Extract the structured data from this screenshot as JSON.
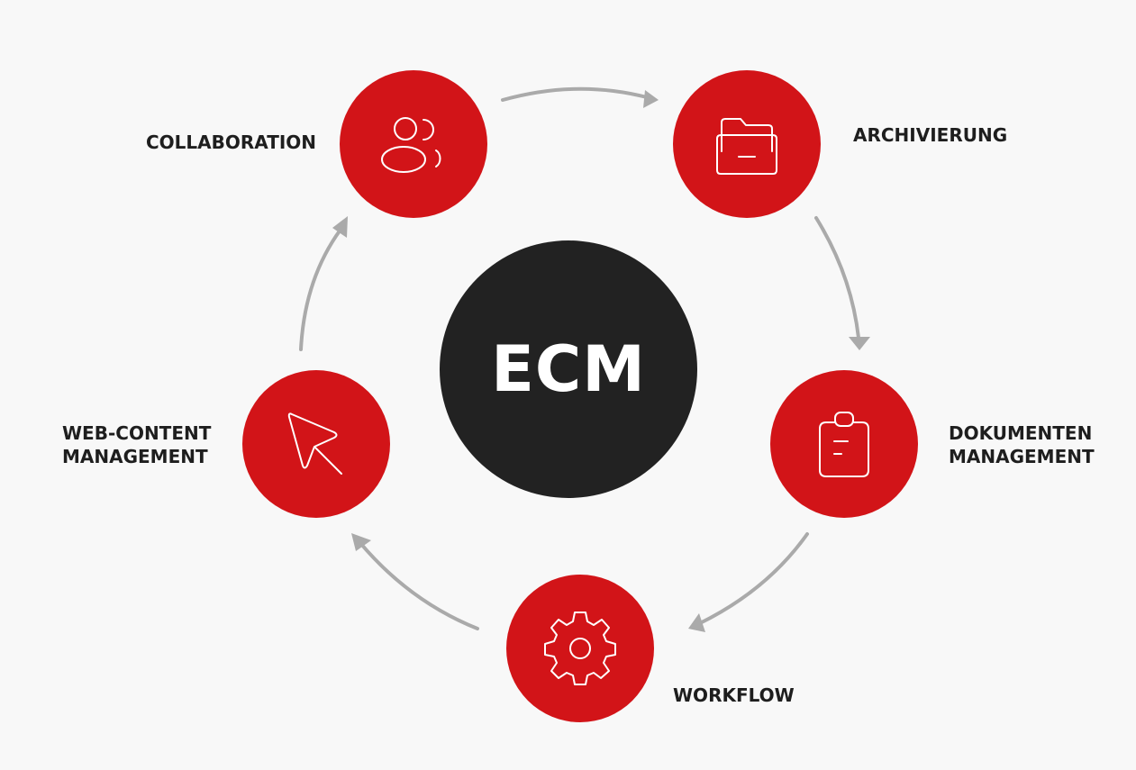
{
  "center": {
    "label": "ECM"
  },
  "colors": {
    "node_fill": "#d21418",
    "center_fill": "#222222",
    "arrow": "#aaaaaa",
    "background": "#f8f8f8",
    "text": "#1e1e1e"
  },
  "nodes": [
    {
      "id": "collaboration",
      "icon": "users-icon",
      "lines": [
        "COLLABORATION"
      ]
    },
    {
      "id": "archivierung",
      "icon": "folder-icon",
      "lines": [
        "ARCHIVIERUNG"
      ]
    },
    {
      "id": "dokumenten-management",
      "icon": "clipboard-icon",
      "lines": [
        "DOKUMENTEN",
        "MANAGEMENT"
      ]
    },
    {
      "id": "workflow",
      "icon": "gear-icon",
      "lines": [
        "WORKFLOW"
      ]
    },
    {
      "id": "web-content-management",
      "icon": "cursor-icon",
      "lines": [
        "WEB-CONTENT",
        "MANAGEMENT"
      ]
    }
  ],
  "flow": [
    "collaboration",
    "archivierung",
    "dokumenten-management",
    "workflow",
    "web-content-management",
    "collaboration"
  ]
}
